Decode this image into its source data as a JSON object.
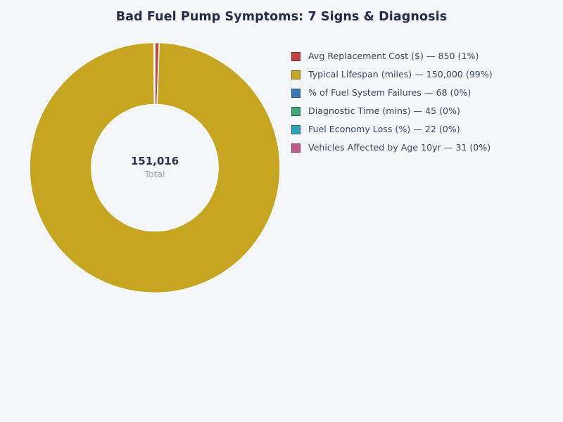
{
  "chart_data": {
    "type": "pie",
    "variant": "donut",
    "title": "Bad Fuel Pump Symptoms: 7 Signs & Diagnosis",
    "categories": [
      "Avg Replacement Cost ($)",
      "Typical Lifespan (miles)",
      "% of Fuel System Failures",
      "Diagnostic Time (mins)",
      "Fuel Economy Loss (%)",
      "Vehicles Affected by Age 10yr "
    ],
    "values": [
      850,
      150000,
      68,
      45,
      22,
      31
    ],
    "value_labels": [
      "850",
      "150,000",
      "68",
      "45",
      "22",
      "31"
    ],
    "percent_labels": [
      "1%",
      "99%",
      "0%",
      "0%",
      "0%",
      "0%"
    ],
    "percents": [
      0.562,
      99.196,
      0.045,
      0.03,
      0.015,
      0.021
    ],
    "colors": [
      "#c9403f",
      "#c6a520",
      "#3a77b8",
      "#3daa79",
      "#2ba3b5",
      "#c4578c"
    ],
    "total": 151016,
    "total_label": "151,016",
    "total_caption": "Total",
    "start_angle_deg": -90,
    "direction": "clockwise",
    "legend_position": "right",
    "grid": false,
    "xlabel": "",
    "ylabel": ""
  },
  "legend": {
    "entries": [
      {
        "label": "Avg Replacement Cost ($) — 850 (1%)",
        "color": "#c9403f"
      },
      {
        "label": "Typical Lifespan (miles) — 150,000 (99%)",
        "color": "#c6a520"
      },
      {
        "label": "% of Fuel System Failures — 68 (0%)",
        "color": "#3a77b8"
      },
      {
        "label": "Diagnostic Time (mins) — 45 (0%)",
        "color": "#3daa79"
      },
      {
        "label": "Fuel Economy Loss (%) — 22 (0%)",
        "color": "#2ba3b5"
      },
      {
        "label": "Vehicles Affected by Age 10yr  — 31 (0%)",
        "color": "#c4578c"
      }
    ]
  },
  "center": {
    "value": "151,016",
    "caption": "Total"
  },
  "theme": {
    "background": "#f5f6fa",
    "title_color": "#232b48",
    "legend_text_color": "#3c4457",
    "center_value_color": "#2b3350",
    "center_caption_color": "#9aa0ae",
    "slice_border_color": "#ffffff"
  }
}
